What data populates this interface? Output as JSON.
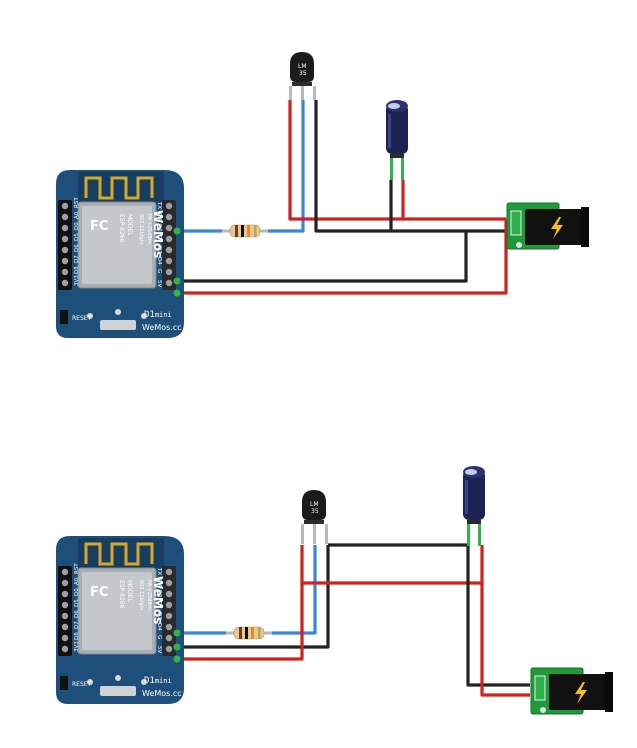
{
  "colors": {
    "board": "#1e4f7a",
    "board_edge": "#173e61",
    "wire_red": "#d21f1f",
    "wire_black": "#222222",
    "wire_blue": "#3a86d8",
    "wire_green_tip": "#2fb34a",
    "jack_green": "#1f9a3a",
    "jack_black": "#111111",
    "bolt": "#f6c21a",
    "cap_body": "#1d2255",
    "sensor_body": "#1b1b1b"
  },
  "board": {
    "model_line1": "MODEL",
    "model_line2": "ESP-8266",
    "line3": "802.11b/g/n",
    "line4": "PA +25dBm",
    "brand": "WeMos",
    "fc": "FC",
    "reset_label": "RESET",
    "title": "D1",
    "title_small": "mini",
    "site": "WeMos.cc",
    "pins_left": [
      "RST",
      "A0",
      "D0",
      "D5",
      "D6",
      "D7",
      "D8",
      "3V3"
    ],
    "pins_right": [
      "TX",
      "RX",
      "D1",
      "D2",
      "D3",
      "D4",
      "G",
      "5V"
    ]
  },
  "sensor": {
    "line1": "LM",
    "line2": "35"
  },
  "circuits": [
    {
      "name": "circuit-top"
    },
    {
      "name": "circuit-bottom"
    }
  ]
}
